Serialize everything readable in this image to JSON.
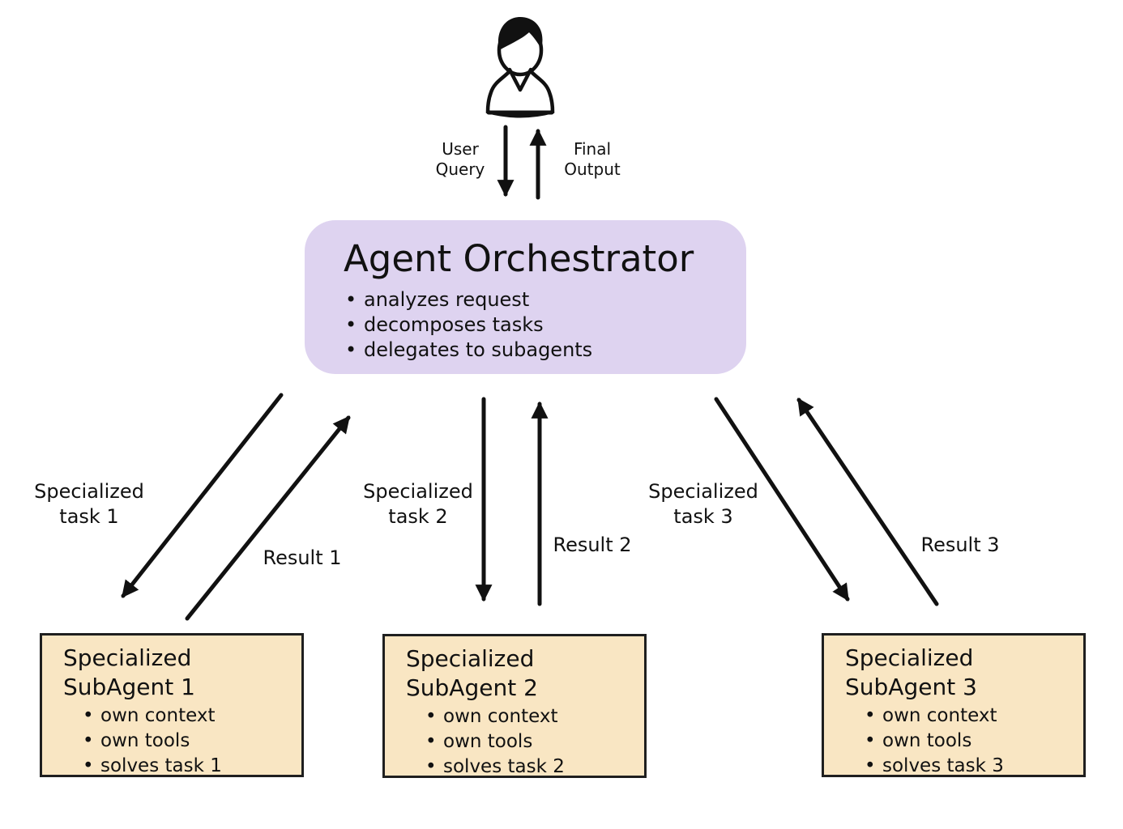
{
  "person": {
    "icon": "person-icon"
  },
  "flow_labels": {
    "user_query": [
      "User",
      "Query"
    ],
    "final_output": [
      "Final",
      "Output"
    ]
  },
  "orchestrator": {
    "title": "Agent Orchestrator",
    "bullets": [
      "analyzes request",
      "decomposes tasks",
      "delegates to subagents"
    ]
  },
  "edge_labels": [
    {
      "task": [
        "Specialized",
        "task 1"
      ],
      "result": "Result 1"
    },
    {
      "task": [
        "Specialized",
        "task 2"
      ],
      "result": "Result 2"
    },
    {
      "task": [
        "Specialized",
        "task 3"
      ],
      "result": "Result 3"
    }
  ],
  "subagents": [
    {
      "title": [
        "Specialized",
        "SubAgent 1"
      ],
      "bullets": [
        "own context",
        "own tools",
        "solves task 1"
      ]
    },
    {
      "title": [
        "Specialized",
        "SubAgent 2"
      ],
      "bullets": [
        "own context",
        "own tools",
        "solves task 2"
      ]
    },
    {
      "title": [
        "Specialized",
        "SubAgent 3"
      ],
      "bullets": [
        "own context",
        "own tools",
        "solves task 3"
      ]
    }
  ],
  "colors": {
    "background": "#ffffff",
    "ink": "#111111",
    "orchestrator_bg": "#ded3f0",
    "subagent_bg": "#f9e6c3",
    "subagent_border": "#1f1f1f"
  }
}
